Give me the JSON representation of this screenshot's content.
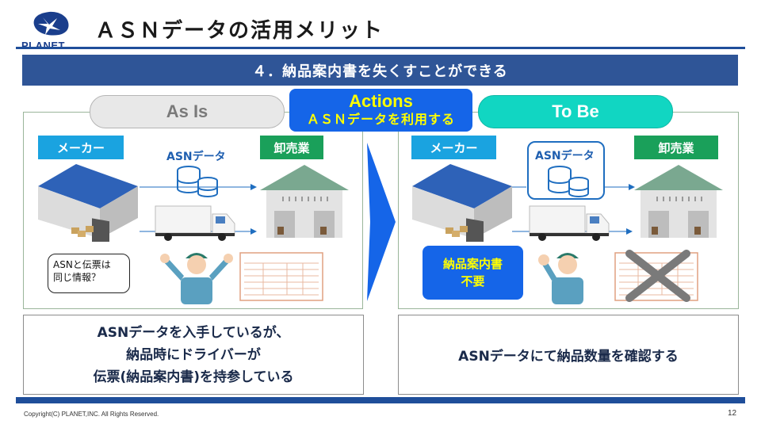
{
  "header": {
    "logo_text": "PLANET",
    "title": "ＡＳＮデータの活用メリット"
  },
  "banner": {
    "text": "４．納品案内書を失くすことができる"
  },
  "as_is": {
    "pill": "As Is",
    "maker_label": "メーカー",
    "wholesaler_label": "卸売業",
    "asn_label": "ASNデータ",
    "bubble_line1": "ASNと伝票は",
    "bubble_line2": "同じ情報？",
    "summary_line1": "ASNデータを入手しているが、",
    "summary_line2": "納品時にドライバーが",
    "summary_line3": "伝票(納品案内書)を持参している"
  },
  "actions": {
    "title": "Actions",
    "subtitle": "ＡＳＮデータを利用する"
  },
  "to_be": {
    "pill": "To Be",
    "maker_label": "メーカー",
    "wholesaler_label": "卸売業",
    "asn_label": "ASNデータ",
    "no_need_line1": "納品案内書",
    "no_need_line2": "不要",
    "summary": "ASNデータにて納品数量を確認する"
  },
  "footer": {
    "copyright": "Copyright(C) PLANET,INC. All Rights Reserved.",
    "page": "12"
  },
  "colors": {
    "primary": "#2f5597",
    "actions_bg": "#1565e8",
    "actions_text": "#ffff00",
    "to_be": "#11d6c2",
    "label_blue": "#1aa3e0",
    "label_green": "#1aa05a"
  }
}
